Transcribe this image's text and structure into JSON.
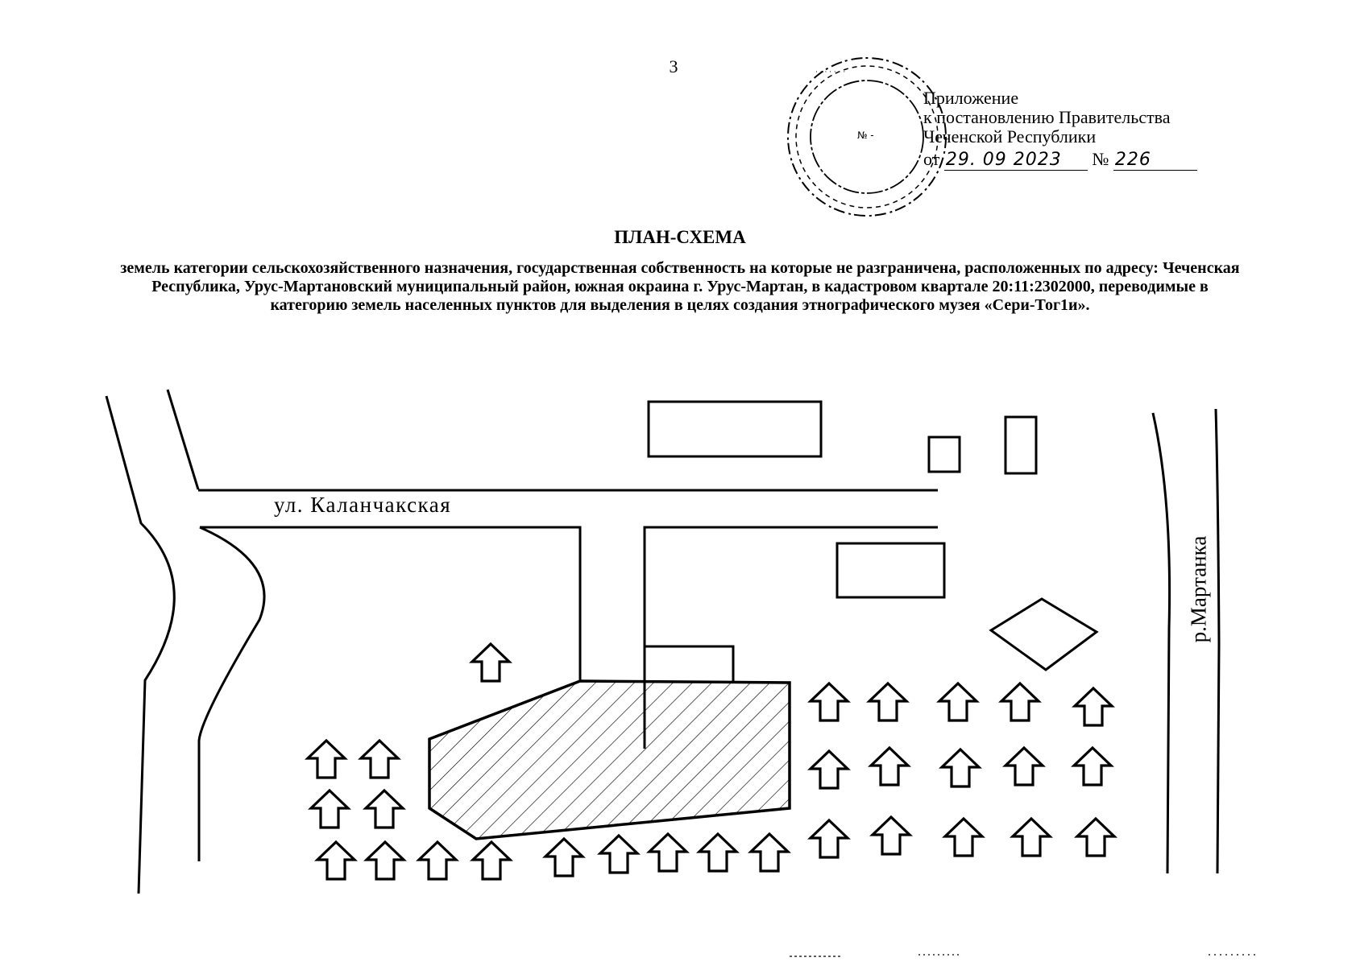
{
  "header": {
    "page_number": "3",
    "appendix_line1": "Приложение",
    "appendix_line2": "к постановлению Правительства",
    "appendix_line3": "Чеченской Республики",
    "date_prefix": "от",
    "date_value": "29. 09 2023",
    "number_sign": "№",
    "number_value": "226"
  },
  "document": {
    "title": "ПЛАН-СХЕМА",
    "description": "земель категории сельскохозяйственного назначения, государственная собственность на которые не разграничена, расположенных по адресу: Чеченская Республика, Урус-Мартановский муниципальный район, южная окраина г. Урус-Мартан, в кадастровом квартале 20:11:2302000, переводимые в категорию земель населенных пунктов для выделения в целях создания этнографического музея «Сери-Тог1и»."
  },
  "map": {
    "street_label": "ул. Каланчакская",
    "river_label": "р.Мартанка",
    "icons": {
      "tree": "tree-arrow-icon",
      "parcel": "hatched-parcel",
      "stamp": "official-seal"
    },
    "colors": {
      "ink": "#000000",
      "paper": "#ffffff"
    }
  }
}
